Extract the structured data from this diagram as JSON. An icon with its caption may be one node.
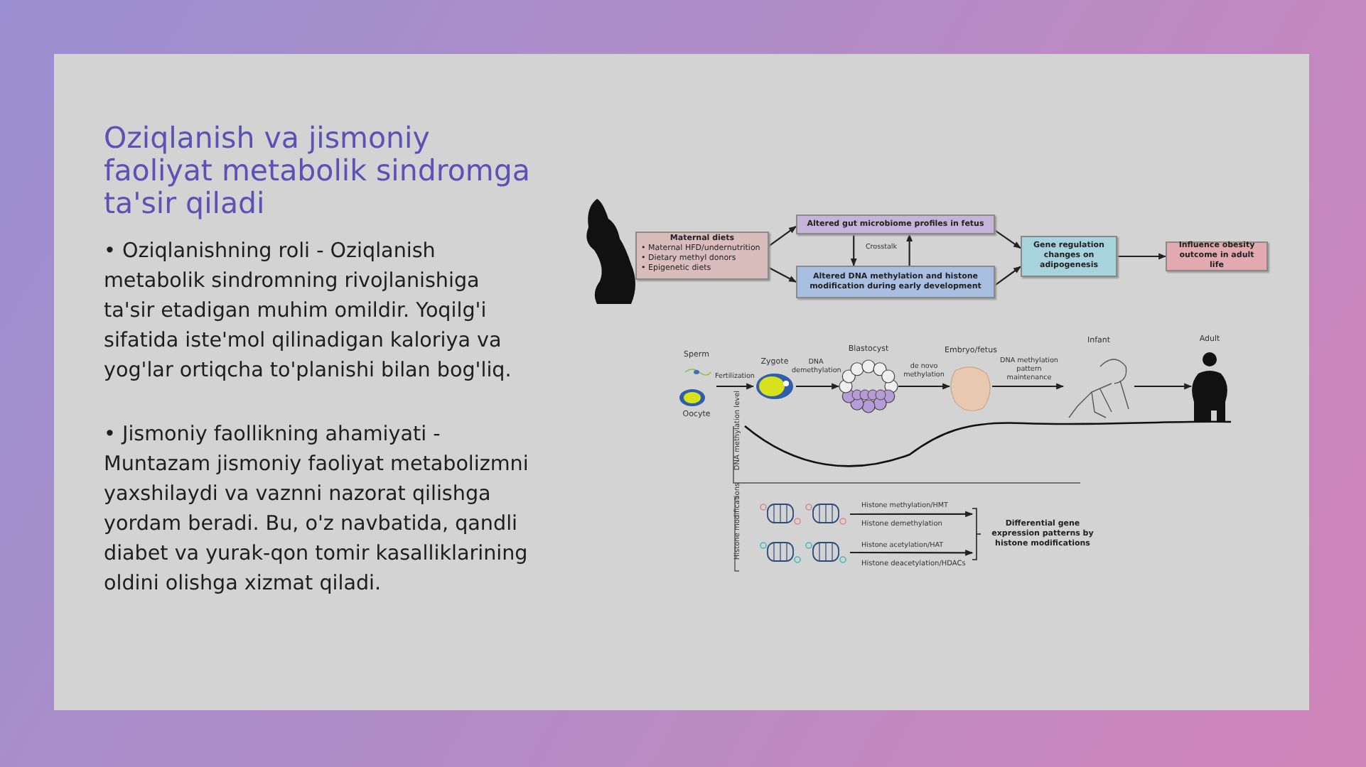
{
  "diagram": {
    "title": "Oziqlanish va jismoniy faoliyat metabolik sindromga ta'sir qiladi",
    "nodes": [
      {
        "text": [
          "Maternal diets",
          "• Maternal HFD/undernutrition",
          "• Dietary methyl donors",
          "• Epigenetic diets"
        ]
      },
      {
        "text": [
          "Altered gut microbiome profiles in fetus"
        ]
      },
      {
        "text": [
          "Altered DNA methylation and histone modification during early development"
        ]
      },
      {
        "text": [
          "Gene regulation changes on adipogenesis"
        ]
      },
      {
        "text": [
          "Influence obesity outcome in adult life"
        ]
      },
      {
        "text": [],
        "shape": "picture",
        "beside": [
          "Sperm",
          "Oocyte"
        ]
      },
      {
        "text": [],
        "shape": "picture",
        "beside": [
          "Zygote"
        ]
      },
      {
        "text": [],
        "shape": "picture",
        "beside": [
          "Blastocyst"
        ]
      },
      {
        "text": [],
        "shape": "picture",
        "beside": [
          "Embryo/fetus"
        ]
      },
      {
        "text": [],
        "shape": "picture",
        "beside": [
          "Infant"
        ]
      },
      {
        "text": [],
        "shape": "picture",
        "beside": [
          "Adult"
        ]
      },
      {
        "text": [],
        "shape": "picture"
      },
      {
        "text": [],
        "shape": "picture"
      },
      {
        "text": [
          "Differential gene expression patterns by histone modifications"
        ]
      }
    ],
    "edges": [
      {
        "from": 0,
        "to": 1,
        "arrow": "to"
      },
      {
        "from": 0,
        "to": 2,
        "arrow": "to"
      },
      {
        "from": 1,
        "to": 2,
        "arrow": "to",
        "label": "Crosstalk"
      },
      {
        "from": 2,
        "to": 1,
        "arrow": "to"
      },
      {
        "from": 1,
        "to": 3,
        "arrow": "to"
      },
      {
        "from": 2,
        "to": 3,
        "arrow": "to"
      },
      {
        "from": 3,
        "to": 4,
        "arrow": "to"
      },
      {
        "from": 5,
        "to": 6,
        "arrow": "to",
        "label": "Fertilization"
      },
      {
        "from": 6,
        "to": 7,
        "arrow": "to",
        "label": "DNA demethylation"
      },
      {
        "from": 7,
        "to": 8,
        "arrow": "to",
        "label": "de novo methylation"
      },
      {
        "from": 8,
        "to": 9,
        "arrow": "to",
        "label": "DNA methylation pattern maintenance"
      },
      {
        "from": 9,
        "to": 10,
        "arrow": "to"
      },
      {
        "from": 11,
        "to": 13,
        "arrow": "to",
        "label": "Histone methylation/HMT"
      },
      {
        "from": 12,
        "to": 13,
        "arrow": "to",
        "label": "Histone acetylation/HAT"
      }
    ],
    "labels": [
      "• Oziqlanishning roli - Oziqlanish metabolik sindromning rivojlanishiga ta'sir etadigan muhim omildir. Yoqilg'i sifatida iste'mol qilinadigan kaloriya va yog'lar ortiqcha to'planishi bilan bog'liq.",
      "• Jismoniy faollikning ahamiyati - Muntazam jismoniy faoliyat metabolizmni yaxshilaydi va vaznni nazorat qilishga yordam beradi. Bu, o'z navbatida, qandli diabet va yurak-qon tomir kasalliklarining oldini olishga xizmat qiladi.",
      "DNA methylation level",
      "Histone modifications",
      "Histone demethylation",
      "Histone deacetylation/HDACs"
    ]
  }
}
